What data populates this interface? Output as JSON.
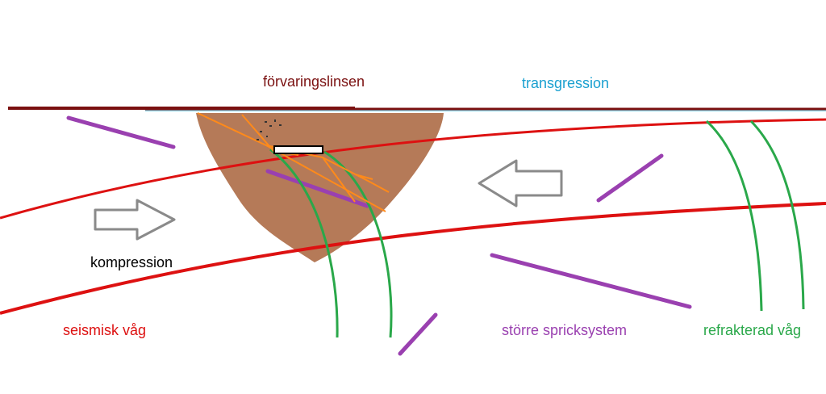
{
  "labels": {
    "lens": "förvaringslinsen",
    "transgression": "transgression",
    "compression": "kompression",
    "seismic_wave": "seismisk våg",
    "fracture_systems": "större spricksystem",
    "refracted_wave": "refrakterad våg"
  },
  "colors": {
    "lens_label": "#7a1010",
    "transgression_label": "#1aa0d0",
    "compression_label": "#000000",
    "seismic_wave": "#dd1111",
    "fracture": "#9a40b0",
    "refracted_wave": "#2aa84a",
    "lens_fill": "#b57a58",
    "surface": "#7a1010",
    "orange_fracture": "#ff8a1a",
    "arrow_outline": "#8a8a8a"
  }
}
